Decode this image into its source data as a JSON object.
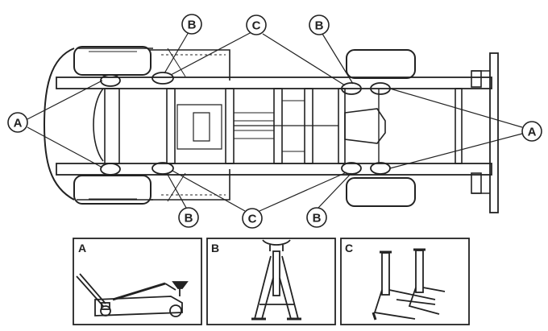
{
  "callouts": {
    "left_a": "A",
    "right_a": "A",
    "top_b_left": "B",
    "top_b_right": "B",
    "bottom_b_left": "B",
    "bottom_b_right": "B",
    "top_c": "C",
    "bottom_c": "C"
  },
  "panels": {
    "a_label": "A",
    "b_label": "B",
    "c_label": "C"
  },
  "colors": {
    "ink": "#222222",
    "paper": "#ffffff"
  }
}
